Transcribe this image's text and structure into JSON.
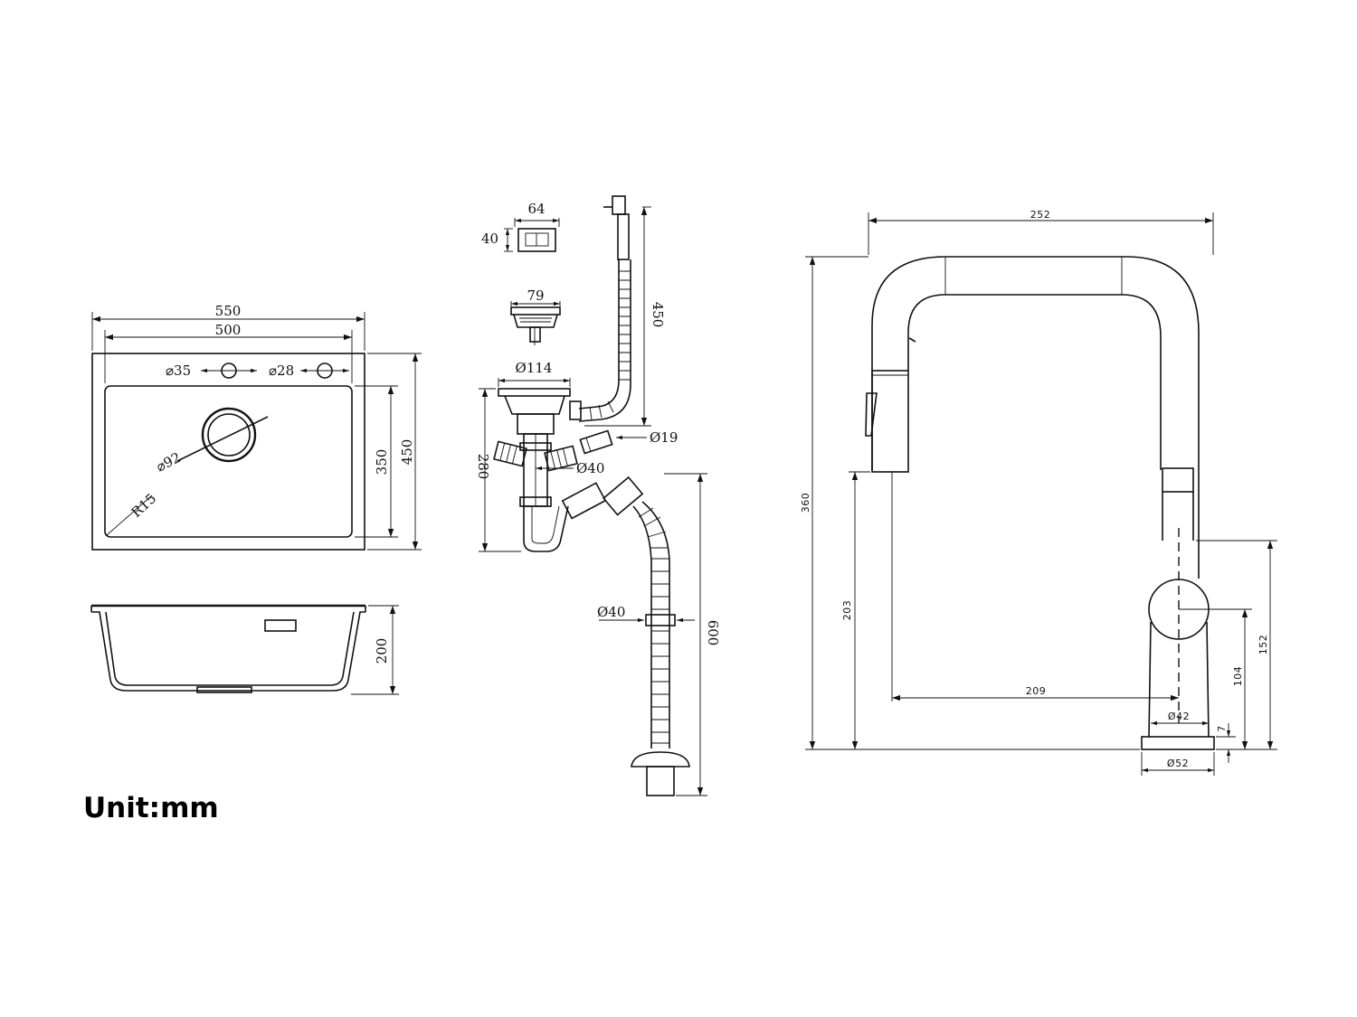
{
  "unit_label": "Unit:mm",
  "sink_top": {
    "width_outer": "550",
    "width_inner": "500",
    "hole_1": "⌀35",
    "hole_2": "⌀28",
    "drain": "⌀92",
    "corner_radius": "R15",
    "depth_inner": "350",
    "depth_outer": "450"
  },
  "sink_side": {
    "height": "200"
  },
  "drain_kit": {
    "overflow_width": "64",
    "overflow_height": "40",
    "basket_width": "79",
    "flange_diameter": "Ø114",
    "hose_length": "450",
    "connector_diameter": "Ø19",
    "pipe_diameter_1": "Ø40",
    "trap_height": "280",
    "pipe_diameter_2": "Ø40",
    "drain_length": "600"
  },
  "faucet": {
    "total_width": "252",
    "total_height": "360",
    "spout_height": "203",
    "reach": "209",
    "body_diameter": "Ø42",
    "base_diameter": "Ø52",
    "base_height": "7",
    "lever_height": "104",
    "lever_top": "152"
  }
}
